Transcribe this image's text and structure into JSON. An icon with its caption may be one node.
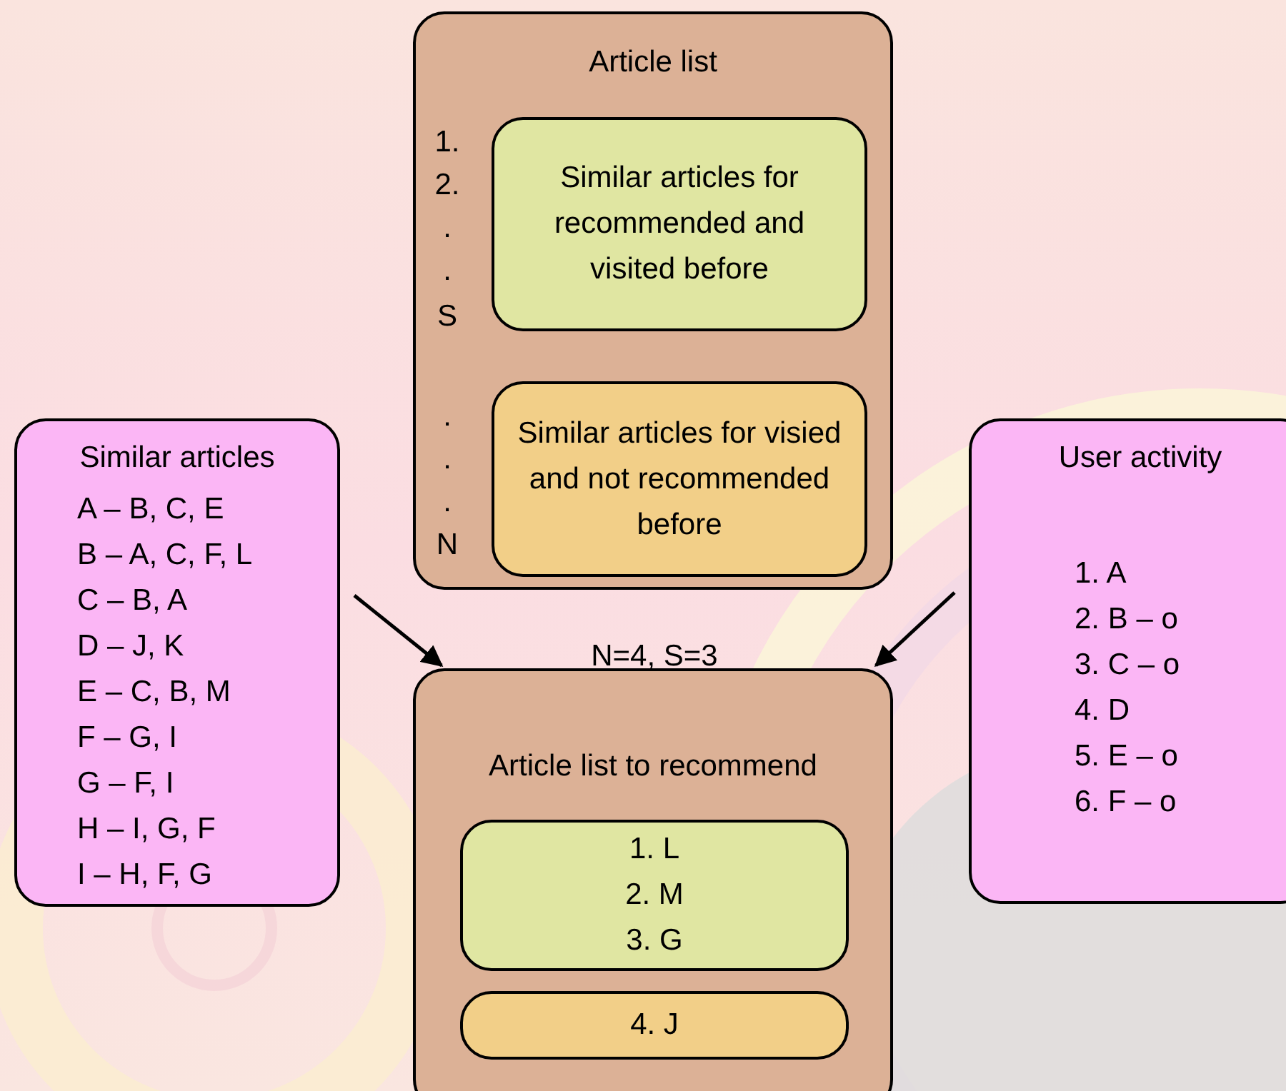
{
  "diagram": {
    "nodes": [
      {
        "text": [
          "Article list"
        ]
      },
      {
        "text": [
          "Similar articles for recommended and visited before"
        ],
        "in": 0
      },
      {
        "text": [
          "Similar articles for visied and not recommended before"
        ],
        "in": 0
      },
      {
        "text": [
          "Similar articles",
          "A – B, C, E",
          "B – A, C, F, L",
          "C – B, A",
          "D – J, K",
          "E – C, B, M",
          "F – G, I",
          "G – F, I",
          "H – I, G, F",
          "I – H, F, G"
        ]
      },
      {
        "text": [
          "User activity",
          "1. A",
          "2. B – o",
          "3. C – o",
          "4. D",
          "5. E – o",
          "6. F – o"
        ]
      },
      {
        "text": [
          "Article list to recommend"
        ]
      },
      {
        "text": [
          "1. L",
          "2. M",
          "3. G"
        ],
        "in": 5
      },
      {
        "text": [
          "4. J"
        ],
        "in": 5
      }
    ],
    "edges": [
      {
        "from": 3,
        "to": 5,
        "arrow": "to"
      },
      {
        "from": 4,
        "to": 5,
        "arrow": "to"
      }
    ],
    "labels": [
      "1.",
      "2.",
      ".",
      ".",
      "S",
      ".",
      ".",
      ".",
      "N",
      "N=4, S=3"
    ]
  }
}
